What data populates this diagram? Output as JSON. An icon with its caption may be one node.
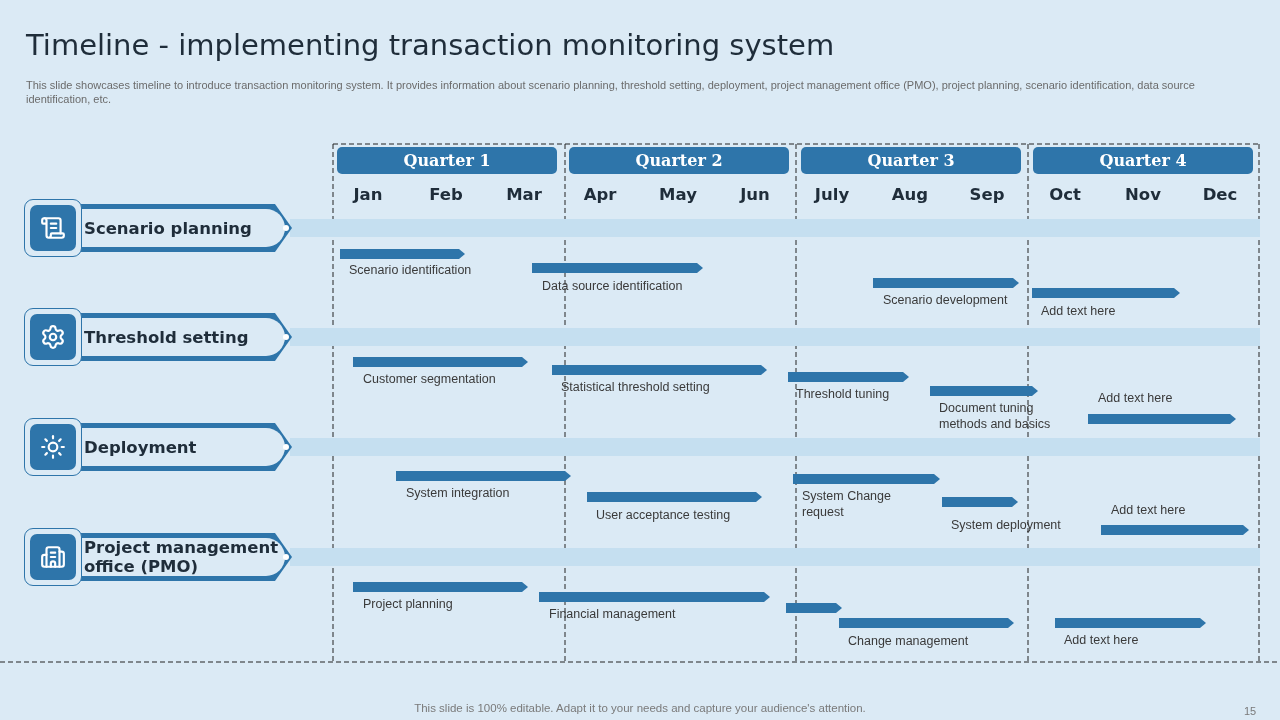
{
  "diagram": {
    "title": "Timeline - implementing transaction monitoring system",
    "caption": "This slide showcases timeline to introduce transaction monitoring system. It provides information about scenario planning, threshold setting, deployment, project management office (PMO), project planning, scenario identification, data source identification, etc.",
    "nodes": [
      {
        "text": [
          "Quarter 1"
        ]
      },
      {
        "text": [
          "Quarter 2"
        ]
      },
      {
        "text": [
          "Quarter 3"
        ]
      },
      {
        "text": [
          "Quarter 4"
        ]
      },
      {
        "text": [
          "Scenario planning"
        ]
      },
      {
        "text": [
          "Threshold setting"
        ]
      },
      {
        "text": [
          "Deployment"
        ]
      },
      {
        "text": [
          "Project management office (PMO)"
        ]
      },
      {
        "text": [
          "Scenario identification"
        ]
      },
      {
        "text": [
          "Data source identification"
        ]
      },
      {
        "text": [
          "Scenario development"
        ]
      },
      {
        "text": [
          "Add text here"
        ]
      },
      {
        "text": [
          "Customer segmentation"
        ]
      },
      {
        "text": [
          "Statistical threshold setting"
        ]
      },
      {
        "text": [
          "Threshold tuning"
        ]
      },
      {
        "text": [
          "Document tuning methods and basics"
        ]
      },
      {
        "text": [
          "Add text here"
        ]
      },
      {
        "text": [
          "System integration"
        ]
      },
      {
        "text": [
          "User acceptance testing"
        ]
      },
      {
        "text": [
          "System Change request"
        ]
      },
      {
        "text": [
          "System deployment"
        ]
      },
      {
        "text": [
          "Add text here"
        ]
      },
      {
        "text": [
          "Project planning"
        ]
      },
      {
        "text": [
          "Financial management"
        ]
      },
      {
        "text": [],
        "shape": "bar"
      },
      {
        "text": [
          "Change management"
        ]
      },
      {
        "text": [
          "Add text here"
        ]
      }
    ],
    "edges": [],
    "labels": [
      "Jan",
      "Feb",
      "Mar",
      "Apr",
      "May",
      "Jun",
      "July",
      "Aug",
      "Sep",
      "Oct",
      "Nov",
      "Dec",
      "This slide is 100% editable. Adapt it to your needs and capture your audience's attention.",
      "15"
    ]
  }
}
